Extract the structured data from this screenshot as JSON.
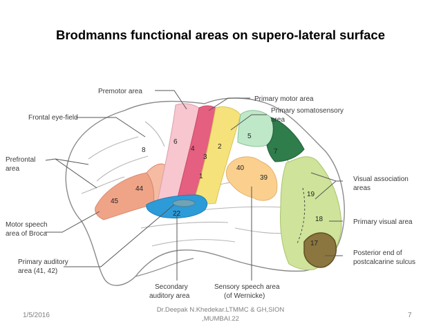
{
  "slide": {
    "title": "Brodmanns functional areas on supero-lateral surface",
    "footer_date": "1/5/2016",
    "footer_credit_line1": "Dr.Deepak N.Khedekar.LTMMC & GH,SION",
    "footer_credit_line2": ",MUMBAI.22",
    "page_number": "7"
  },
  "labels": {
    "premotor": "Premotor area",
    "primary_motor": "Primary motor area",
    "somato_1": "Primary somatosensory",
    "somato_2": "area",
    "frontal_eye": "Frontal eye-field",
    "prefrontal_1": "Prefrontal",
    "prefrontal_2": "area",
    "visual_assoc_1": "Visual association",
    "visual_assoc_2": "areas",
    "primary_visual": "Primary visual area",
    "posterior_1": "Posterior end of",
    "posterior_2": "postcalcarine sulcus",
    "broca_1": "Motor speech",
    "broca_2": "area of Broca",
    "auditory_1": "Primary auditory",
    "auditory_2": "area (41, 42)",
    "secondary_1": "Secondary",
    "secondary_2": "auditory area",
    "wernicke_1": "Sensory speech area",
    "wernicke_2": "(of Wernicke)"
  },
  "areas": {
    "a8": "8",
    "a6": "6",
    "a4": "4",
    "a3": "3",
    "a2": "2",
    "a1": "1",
    "a5": "5",
    "a7": "7",
    "a40": "40",
    "a39": "39",
    "a44": "44",
    "a45": "45",
    "a22": "22",
    "a19": "19",
    "a18": "18",
    "a17": "17"
  }
}
